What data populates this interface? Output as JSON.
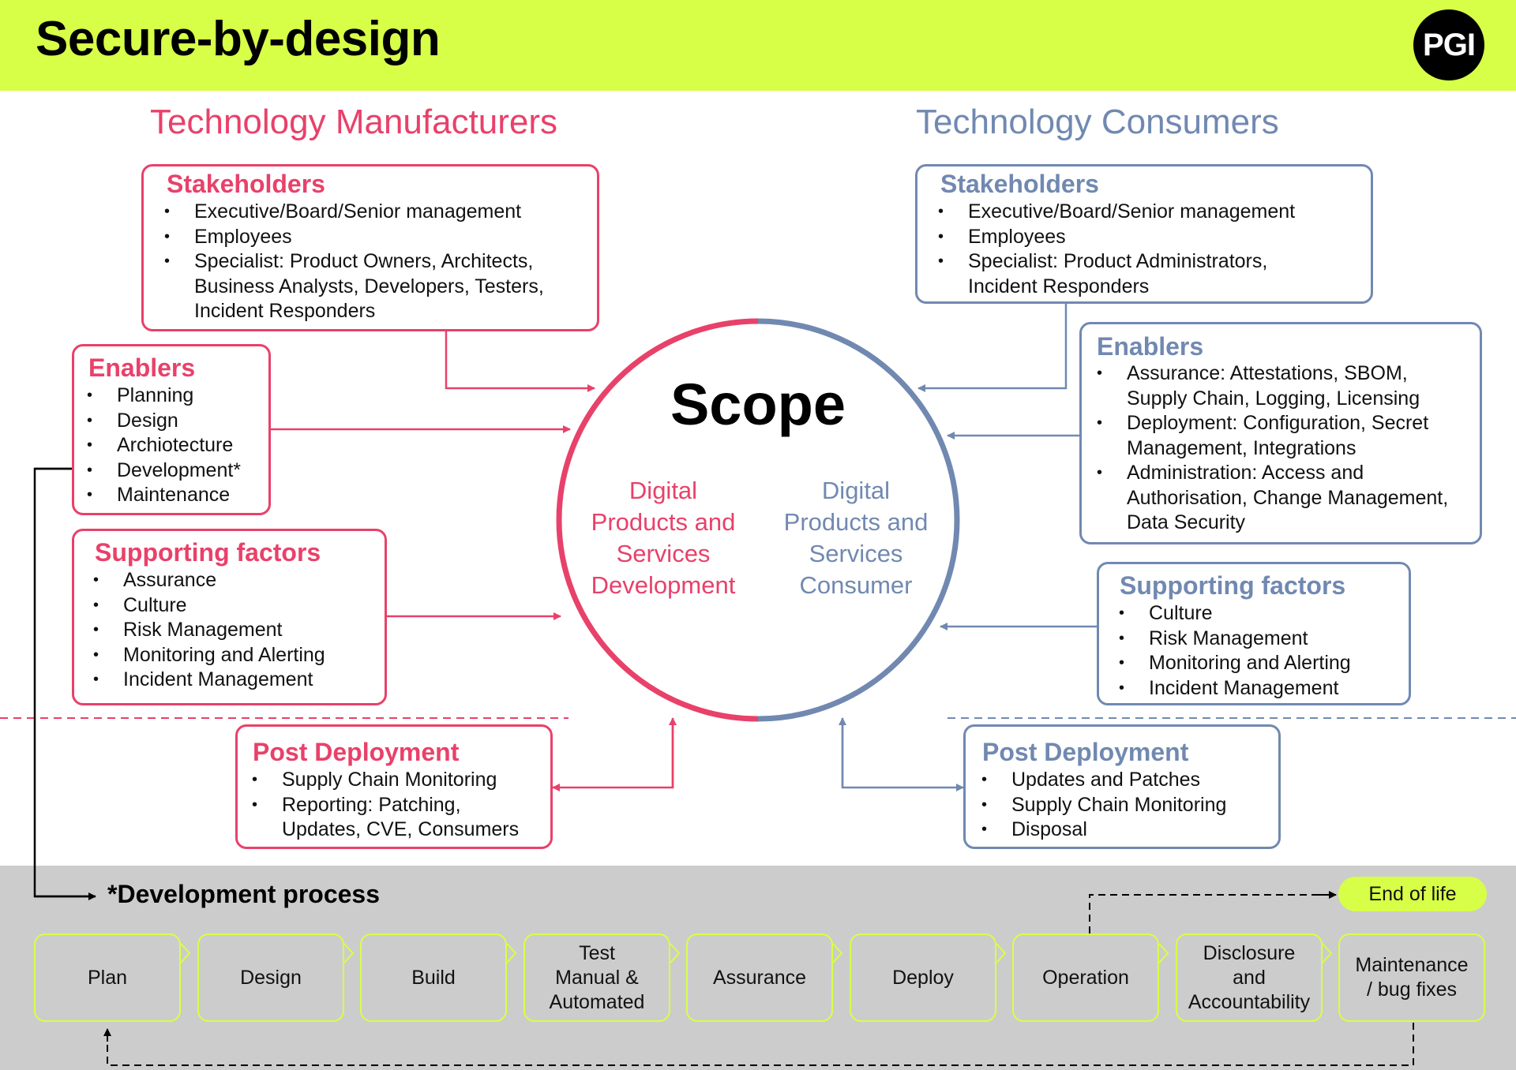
{
  "header": {
    "title": "Secure-by-design",
    "logo_text": "PGI"
  },
  "manufacturers": {
    "title": "Technology Manufacturers",
    "stakeholders": {
      "title": "Stakeholders",
      "items": [
        "Executive/Board/Senior management",
        "Employees",
        "Specialist: Product Owners, Architects,\nBusiness Analysts, Developers, Testers,\nIncident Responders"
      ]
    },
    "enablers": {
      "title": "Enablers",
      "items": [
        "Planning",
        "Design",
        "Archiotecture",
        "Development*",
        "Maintenance"
      ]
    },
    "supporting": {
      "title": "Supporting factors",
      "items": [
        "Assurance",
        "Culture",
        "Risk Management",
        "Monitoring and Alerting",
        "Incident Management"
      ]
    },
    "post": {
      "title": "Post Deployment",
      "items": [
        "Supply Chain Monitoring",
        "Reporting: Patching,\nUpdates, CVE, Consumers"
      ]
    }
  },
  "consumers": {
    "title": "Technology Consumers",
    "stakeholders": {
      "title": "Stakeholders",
      "items": [
        "Executive/Board/Senior management",
        "Employees",
        "Specialist: Product Administrators,\nIncident Responders"
      ]
    },
    "enablers": {
      "title": "Enablers",
      "items": [
        "Assurance: Attestations, SBOM,\nSupply Chain, Logging, Licensing",
        "Deployment: Configuration, Secret\nManagement, Integrations",
        "Administration: Access and\nAuthorisation, Change Management,\nData Security"
      ]
    },
    "supporting": {
      "title": "Supporting factors",
      "items": [
        "Culture",
        "Risk Management",
        "Monitoring and Alerting",
        "Incident Management"
      ]
    },
    "post": {
      "title": "Post Deployment",
      "items": [
        "Updates and Patches",
        "Supply Chain Monitoring",
        "Disposal"
      ]
    }
  },
  "scope": {
    "title": "Scope",
    "left": "Digital\nProducts and\nServices\nDevelopment",
    "right": "Digital\nProducts and\nServices\nConsumer"
  },
  "dev_process": {
    "title": "*Development process",
    "steps": [
      "Plan",
      "Design",
      "Build",
      "Test\nManual &\nAutomated",
      "Assurance",
      "Deploy",
      "Operation",
      "Disclosure\nand\nAccountability",
      "Maintenance\n/ bug fixes"
    ],
    "end_of_life": "End of life"
  },
  "colors": {
    "pink": "#e8416a",
    "blue": "#7189b1",
    "lime": "#d8ff47",
    "band": "#cccccc"
  }
}
